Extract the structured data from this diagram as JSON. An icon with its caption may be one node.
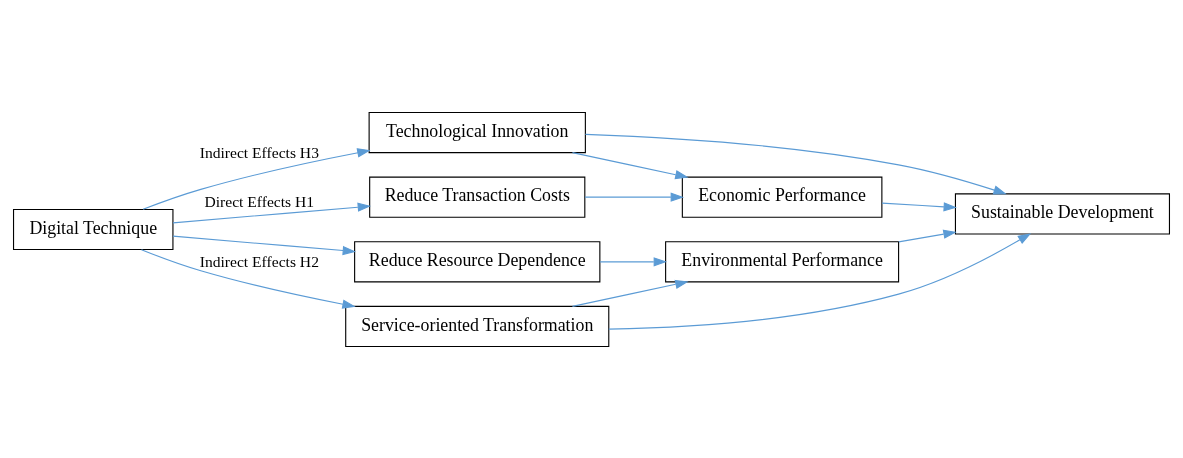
{
  "diagram": {
    "nodes": [
      {
        "text": [
          "Digital Technique"
        ]
      },
      {
        "text": [
          "Technological Innovation"
        ]
      },
      {
        "text": [
          "Reduce Transaction Costs"
        ]
      },
      {
        "text": [
          "Reduce Resource Dependence"
        ]
      },
      {
        "text": [
          "Economic Performance"
        ]
      },
      {
        "text": [
          "Environmental Performance"
        ]
      },
      {
        "text": [
          "Service-oriented Transformation"
        ]
      },
      {
        "text": [
          "Sustainable Development"
        ]
      }
    ],
    "edges": [
      {
        "from": 0,
        "to": 1,
        "arrow": "to",
        "label": "Indirect Effects H3"
      },
      {
        "from": 0,
        "to": 2,
        "arrow": "to",
        "label": "Direct Effects H1"
      },
      {
        "from": 0,
        "to": 3,
        "arrow": "to"
      },
      {
        "from": 0,
        "to": 6,
        "arrow": "to",
        "label": "Indirect Effects H2"
      },
      {
        "from": 1,
        "to": 7,
        "arrow": "to"
      },
      {
        "from": 1,
        "to": 4,
        "arrow": "to"
      },
      {
        "from": 2,
        "to": 4,
        "arrow": "to"
      },
      {
        "from": 3,
        "to": 5,
        "arrow": "to"
      },
      {
        "from": 6,
        "to": 5,
        "arrow": "to"
      },
      {
        "from": 4,
        "to": 7,
        "arrow": "to"
      },
      {
        "from": 5,
        "to": 7,
        "arrow": "to"
      },
      {
        "from": 6,
        "to": 7,
        "arrow": "to"
      }
    ]
  }
}
